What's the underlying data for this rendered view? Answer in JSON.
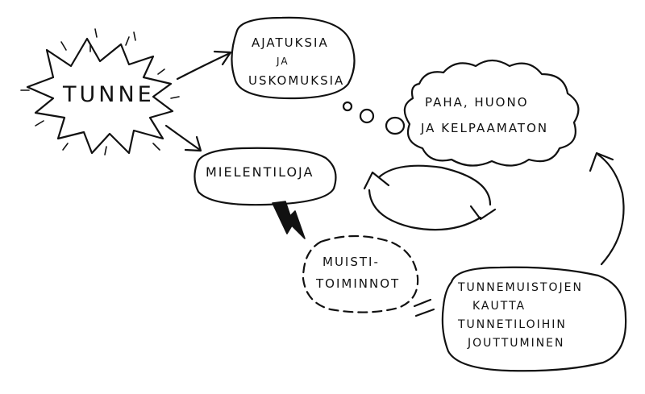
{
  "nodes": {
    "tunne": "TUNNE",
    "ajatuksia": [
      "AJATUKSIA",
      "JA",
      "USKOMUKSIA"
    ],
    "paha": [
      "PAHA, HUONO",
      "JA KELPAAMATON"
    ],
    "mielentiloja": "MIELENTILOJA",
    "muistitoiminnot": [
      "MUISTI-",
      "TOIMINNOT"
    ],
    "tunnemuistojen": [
      "TUNNEMUISTOJEN",
      "KAUTTA",
      "TUNNETILOIHIN",
      "JOUTTUMINEN"
    ]
  },
  "colors": {
    "ink": "#111111",
    "background": "#ffffff"
  }
}
